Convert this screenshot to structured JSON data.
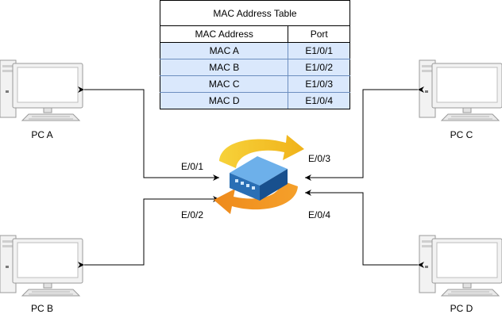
{
  "mac_table": {
    "title": "MAC Address Table",
    "headers": [
      "MAC Address",
      "Port"
    ],
    "rows": [
      {
        "mac": "MAC A",
        "port": "E1/0/1"
      },
      {
        "mac": "MAC B",
        "port": "E1/0/2"
      },
      {
        "mac": "MAC C",
        "port": "E1/0/3"
      },
      {
        "mac": "MAC D",
        "port": "E1/0/4"
      }
    ]
  },
  "pcs": {
    "a": "PC A",
    "b": "PC B",
    "c": "PC C",
    "d": "PC D"
  },
  "ports": {
    "p1": "E/0/1",
    "p2": "E/0/2",
    "p3": "E/0/3",
    "p4": "E/0/4"
  },
  "colors": {
    "row_fill": "#dae8fc",
    "arrow_top": "#f5c518",
    "arrow_bottom": "#f08c1a",
    "switch_top": "#5aa0de",
    "switch_side": "#1f5e9c"
  }
}
